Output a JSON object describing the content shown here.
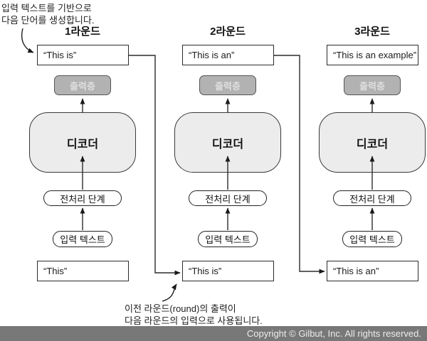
{
  "annotations": {
    "top_line1": "입력 텍스트를 기반으로",
    "top_line2": "다음 단어를 생성합니다.",
    "bottom_line1": "이전 라운드(round)의 출력이",
    "bottom_line2": "다음 라운드의 입력으로 사용됩니다."
  },
  "rounds": [
    {
      "label": "1라운드",
      "output": "“This is”",
      "input": "“This”"
    },
    {
      "label": "2라운드",
      "output": "“This is an”",
      "input": "“This is”"
    },
    {
      "label": "3라운드",
      "output": "“This is an example”",
      "input": "“This is an”"
    }
  ],
  "blocks": {
    "output_layer": "출력층",
    "decoder": "디코더",
    "preprocess": "전처리 단계",
    "input_text": "입력 텍스트"
  },
  "footer": {
    "copyright": "Copyright © Gilbut, Inc. All rights reserved."
  },
  "colors": {
    "output_layer_fill": "#b2b2b2",
    "decoder_fill": "#ececec",
    "line": "#2b2b2b",
    "footer_bar": "#787878"
  }
}
